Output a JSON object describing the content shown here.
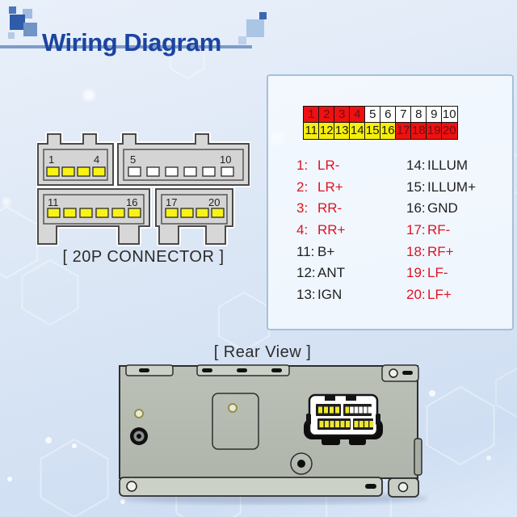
{
  "header": {
    "title": "Wiring Diagram",
    "title_color": "#1c44a0",
    "underline_color": "#7d9cc9"
  },
  "colors": {
    "cell_red": "#ed1111",
    "cell_yellow": "#f6ee0c",
    "cell_white": "#ffffff",
    "cell_text_on_red": "#6d1111",
    "legend_red": "#df1322",
    "legend_black": "#1f1f1f",
    "panel_border": "#a7c0d7",
    "connector_pin_yellow": "#f8f315",
    "connector_gray": "#d7d7d7"
  },
  "connector": {
    "caption": "[ 20P CONNECTOR ]",
    "blocks": [
      {
        "name": "top-left",
        "first_pin": "1",
        "last_pin": "4",
        "pins": 4,
        "pin_color": "yellow"
      },
      {
        "name": "top-right",
        "first_pin": "5",
        "last_pin": "10",
        "pins": 6,
        "pin_color": "white"
      },
      {
        "name": "bottom-left",
        "first_pin": "11",
        "last_pin": "16",
        "pins": 6,
        "pin_color": "yellow"
      },
      {
        "name": "bottom-right",
        "first_pin": "17",
        "last_pin": "20",
        "pins": 4,
        "pin_color": "yellow"
      }
    ]
  },
  "pin_panel": {
    "grid_rows": [
      [
        {
          "n": "1",
          "c": "red"
        },
        {
          "n": "2",
          "c": "red"
        },
        {
          "n": "3",
          "c": "red"
        },
        {
          "n": "4",
          "c": "red"
        },
        {
          "n": "5",
          "c": "white"
        },
        {
          "n": "6",
          "c": "white"
        },
        {
          "n": "7",
          "c": "white"
        },
        {
          "n": "8",
          "c": "white"
        },
        {
          "n": "9",
          "c": "white"
        },
        {
          "n": "10",
          "c": "white"
        }
      ],
      [
        {
          "n": "11",
          "c": "yellow"
        },
        {
          "n": "12",
          "c": "yellow"
        },
        {
          "n": "13",
          "c": "yellow"
        },
        {
          "n": "14",
          "c": "yellow"
        },
        {
          "n": "15",
          "c": "yellow"
        },
        {
          "n": "16",
          "c": "yellow"
        },
        {
          "n": "17",
          "c": "red"
        },
        {
          "n": "18",
          "c": "red"
        },
        {
          "n": "19",
          "c": "red"
        },
        {
          "n": "20",
          "c": "red"
        }
      ]
    ],
    "legend_left": [
      {
        "num": "1:",
        "label": "LR-",
        "red": true
      },
      {
        "num": "2:",
        "label": "LR+",
        "red": true
      },
      {
        "num": "3:",
        "label": "RR-",
        "red": true
      },
      {
        "num": "4:",
        "label": "RR+",
        "red": true
      },
      {
        "num": "11:",
        "label": "B+",
        "red": false
      },
      {
        "num": "12:",
        "label": "ANT",
        "red": false
      },
      {
        "num": "13:",
        "label": "IGN",
        "red": false
      }
    ],
    "legend_right": [
      {
        "num": "14:",
        "label": "ILLUM",
        "red": false
      },
      {
        "num": "15:",
        "label": "ILLUM+",
        "red": false
      },
      {
        "num": "16:",
        "label": "GND",
        "red": false
      },
      {
        "num": "17:",
        "label": "RF-",
        "red": true
      },
      {
        "num": "18:",
        "label": "RF+",
        "red": true
      },
      {
        "num": "19:",
        "label": "LF-",
        "red": true
      },
      {
        "num": "20:",
        "label": "LF+",
        "red": true
      }
    ]
  },
  "rear_view": {
    "caption": "[ Rear View ]",
    "socket_pins": {
      "top_left": [
        "yellow",
        "yellow",
        "yellow",
        "yellow"
      ],
      "top_right": [
        "yellow",
        "white",
        "white",
        "white",
        "white",
        "white"
      ],
      "bottom_left": [
        "yellow",
        "yellow",
        "yellow",
        "yellow",
        "yellow",
        "yellow"
      ],
      "bottom_right": [
        "yellow",
        "yellow",
        "yellow",
        "yellow"
      ]
    }
  }
}
